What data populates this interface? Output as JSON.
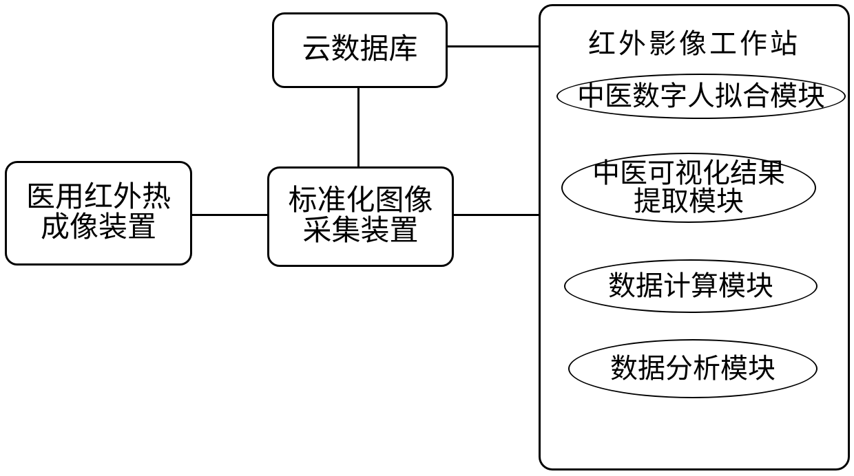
{
  "page": {
    "background": "#ffffff",
    "line_color": "#000000",
    "text_color": "#000000"
  },
  "nodes": {
    "cloud_database": {
      "label": "云数据库"
    },
    "medical_infrared_imaging_device": {
      "line1": "医用红外热",
      "line2": "成像装置"
    },
    "standardized_image_capture_device": {
      "line1": "标准化图像",
      "line2": "采集装置"
    },
    "infrared_image_workstation": {
      "title": "红外影像工作站"
    }
  },
  "modules": [
    {
      "line1": "中医数字人拟合模块",
      "line2": ""
    },
    {
      "line1": "中医可视化结果",
      "line2": "提取模块"
    },
    {
      "line1": "数据计算模块",
      "line2": ""
    },
    {
      "line1": "数据分析模块",
      "line2": ""
    }
  ],
  "connections": [
    {
      "from": "cloud_database",
      "to": "infrared_image_workstation"
    },
    {
      "from": "cloud_database",
      "to": "standardized_image_capture_device"
    },
    {
      "from": "medical_infrared_imaging_device",
      "to": "standardized_image_capture_device"
    },
    {
      "from": "standardized_image_capture_device",
      "to": "infrared_image_workstation"
    }
  ]
}
